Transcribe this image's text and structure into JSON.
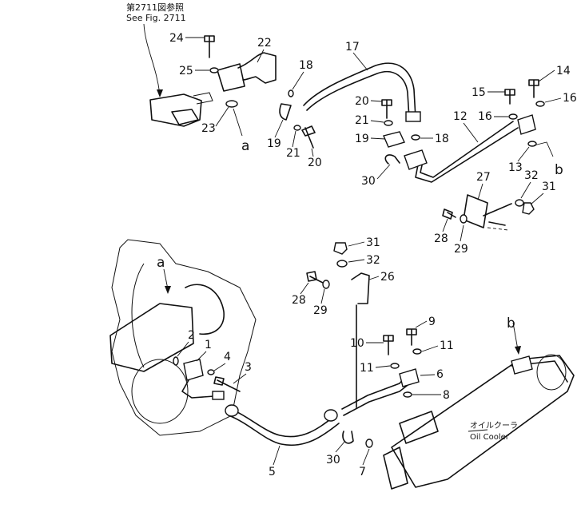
{
  "reference": {
    "line1": "第2711図参照",
    "line2": "See Fig. 2711"
  },
  "callouts": {
    "a_top": "a",
    "a_bottom": "a",
    "b_top": "b",
    "b_bottom": "b"
  },
  "oil_cooler": {
    "jp": "オイルクーラ",
    "en": "Oil Cooler"
  },
  "part_numbers": {
    "p1": "1",
    "p2": "2",
    "p3": "3",
    "p4": "4",
    "p5": "5",
    "p6": "6",
    "p7": "7",
    "p8": "8",
    "p9": "9",
    "p10": "10",
    "p11a": "11",
    "p11b": "11",
    "p12": "12",
    "p13": "13",
    "p14": "14",
    "p15": "15",
    "p16a": "16",
    "p16b": "16",
    "p17": "17",
    "p18a": "18",
    "p18b": "18",
    "p19": "19",
    "p20a": "20",
    "p20b": "20",
    "p21a": "21",
    "p21b": "21",
    "p22": "22",
    "p23": "23",
    "p24": "24",
    "p25": "25",
    "p26": "26",
    "p27": "27",
    "p28a": "28",
    "p28b": "28",
    "p29a": "29",
    "p29b": "29",
    "p30a": "30",
    "p30b": "30",
    "p31a": "31",
    "p31b": "31",
    "p32a": "32",
    "p32b": "32"
  }
}
